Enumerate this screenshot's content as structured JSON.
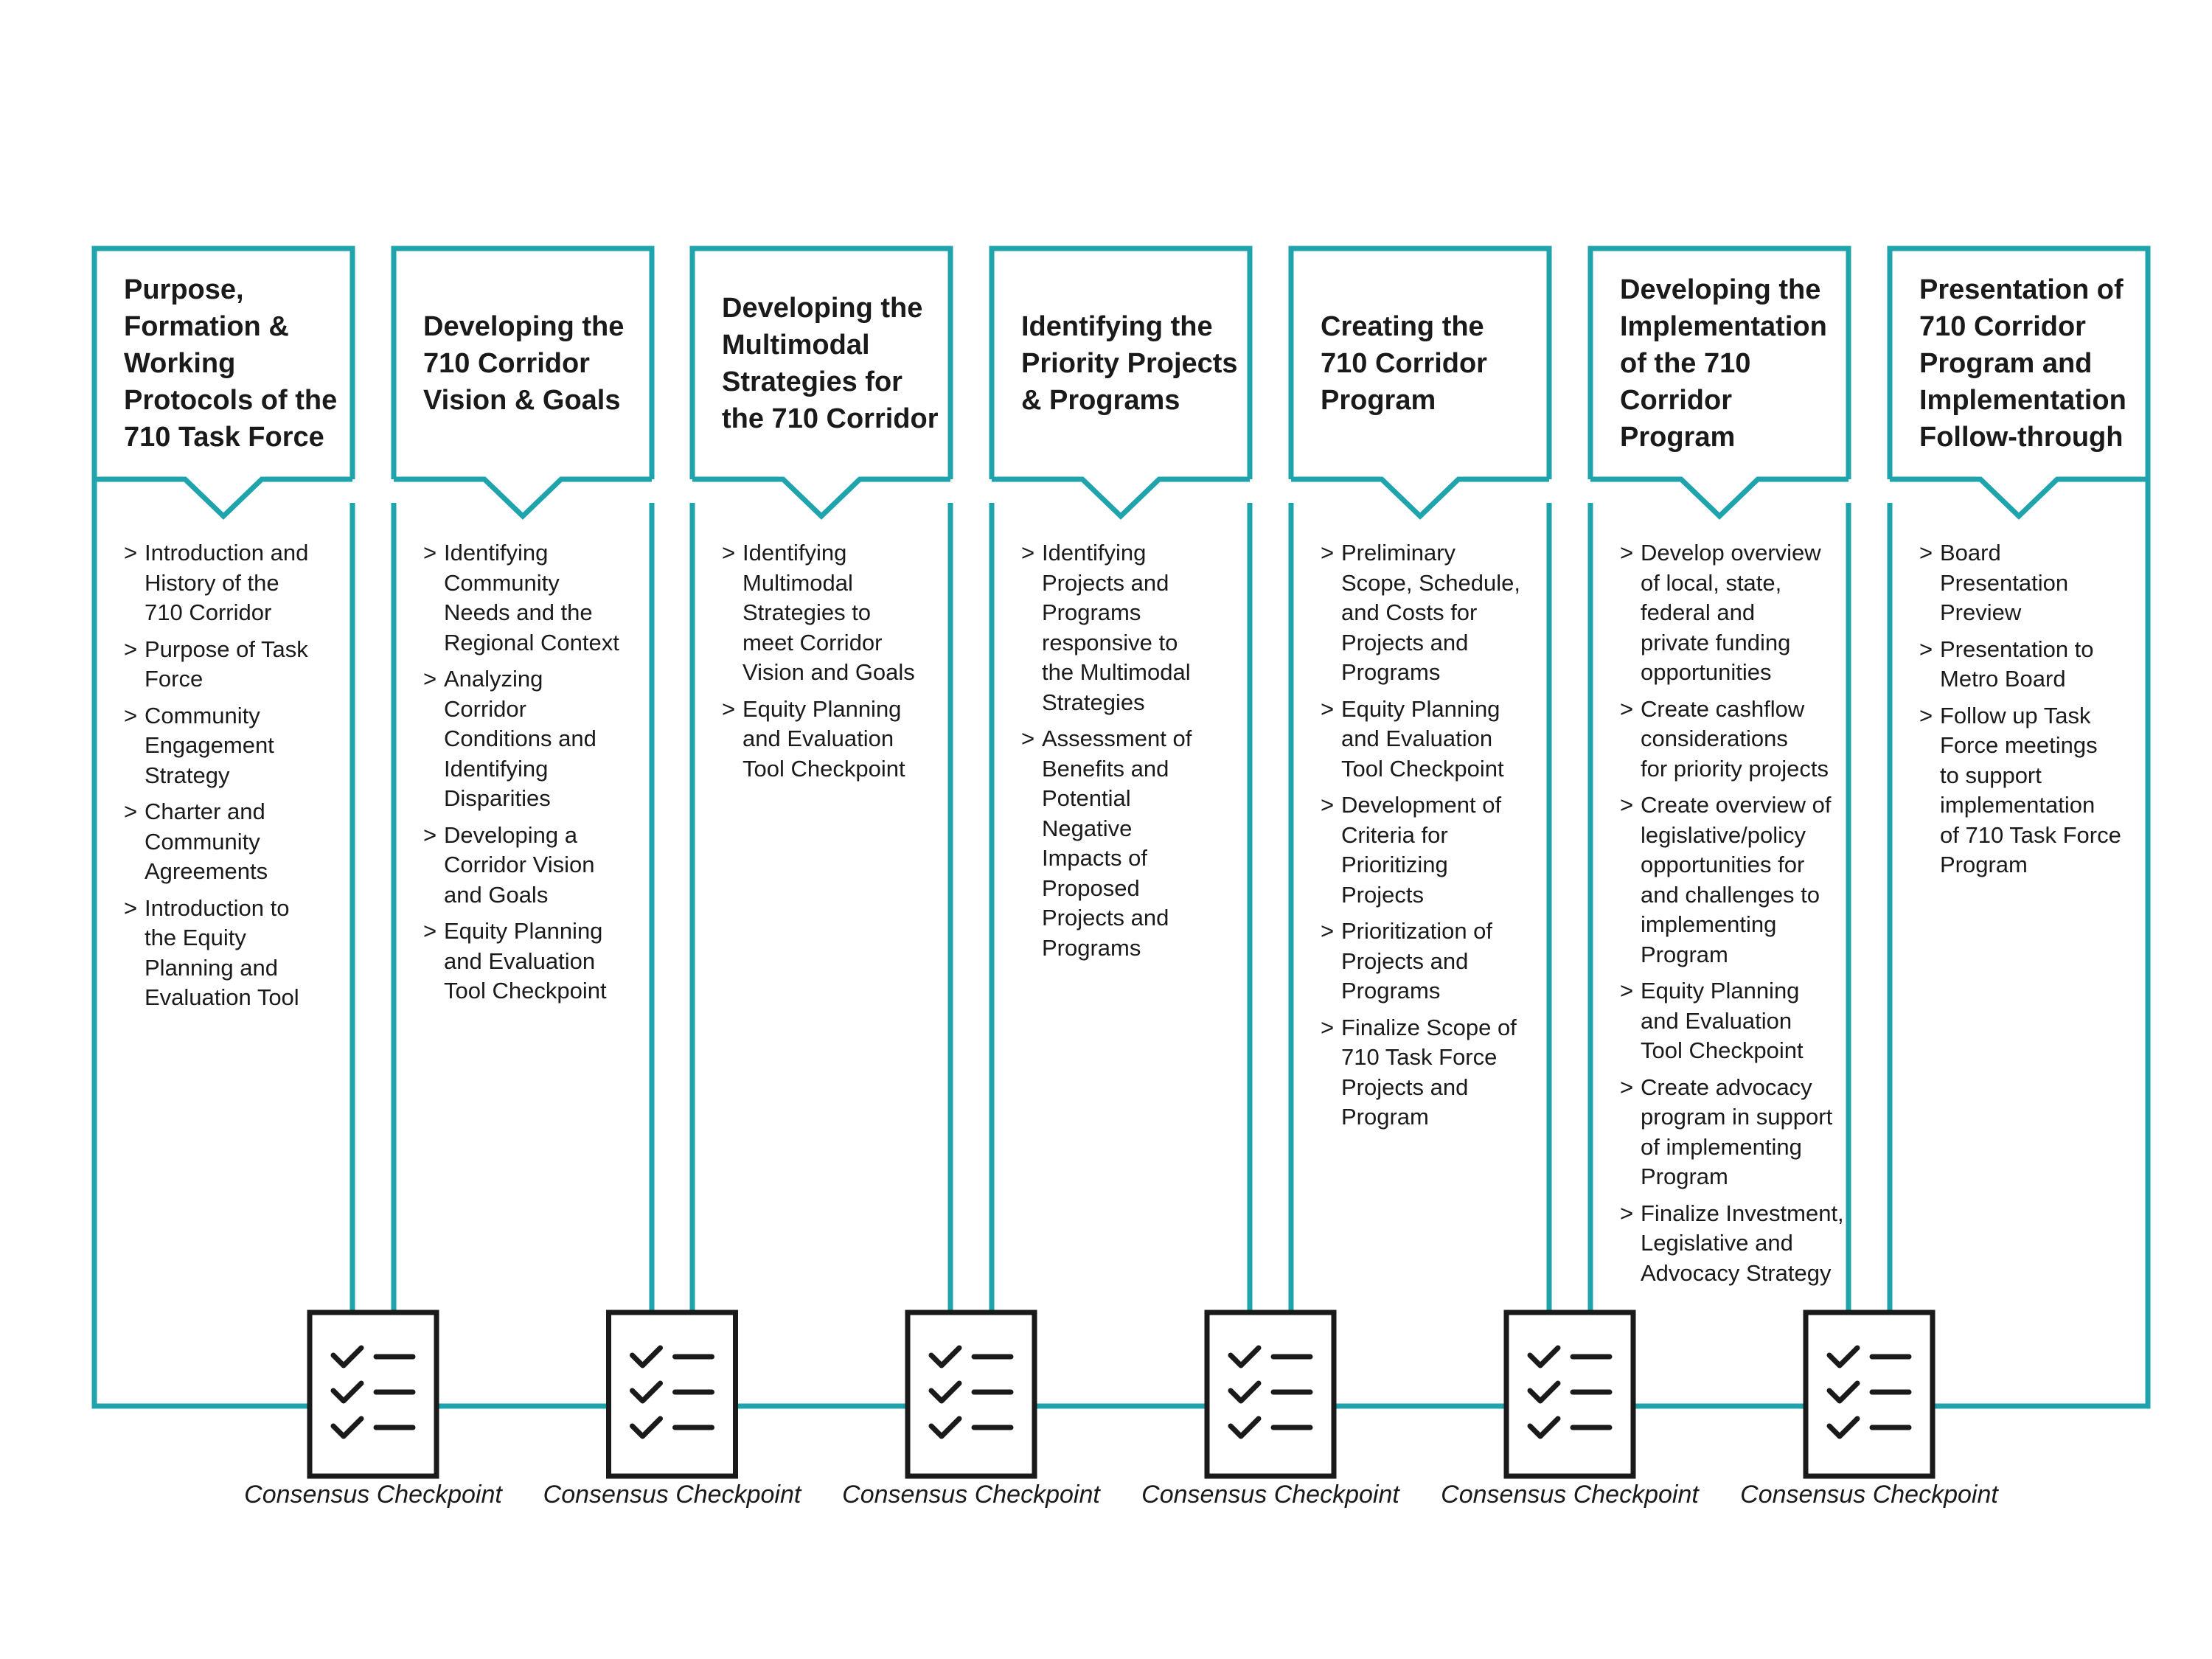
{
  "colors": {
    "accent": "#1fa4ad",
    "icon_stroke": "#1a1a1a",
    "text": "#1a1a1a"
  },
  "phases": [
    {
      "title": "Purpose,\nFormation &\nWorking\nProtocols of the\n710 Task Force",
      "items": [
        "Introduction and\nHistory of the\n710 Corridor",
        "Purpose of Task\nForce",
        "Community\nEngagement\nStrategy",
        "Charter and\nCommunity\nAgreements",
        "Introduction to\nthe Equity\nPlanning and\nEvaluation Tool"
      ]
    },
    {
      "title": "Developing the\n710 Corridor\nVision & Goals",
      "items": [
        "Identifying\nCommunity\nNeeds and the\nRegional Context",
        "Analyzing\nCorridor\nConditions and\nIdentifying\nDisparities",
        "Developing a\nCorridor Vision\nand Goals",
        "Equity Planning\nand Evaluation\nTool Checkpoint"
      ]
    },
    {
      "title": "Developing the\nMultimodal\nStrategies for\nthe 710 Corridor",
      "items": [
        "Identifying\nMultimodal\nStrategies to\nmeet Corridor\nVision and Goals",
        "Equity Planning\nand Evaluation\nTool Checkpoint"
      ]
    },
    {
      "title": "Identifying the\nPriority Projects\n& Programs",
      "items": [
        "Identifying\nProjects and\nPrograms\nresponsive to\nthe Multimodal\nStrategies",
        "Assessment of\nBenefits and\nPotential\nNegative\nImpacts of\nProposed\nProjects and\nPrograms"
      ]
    },
    {
      "title": "Creating the\n710 Corridor\nProgram",
      "items": [
        "Preliminary\nScope, Schedule,\nand Costs for\nProjects and\nPrograms",
        "Equity Planning\nand Evaluation\nTool Checkpoint",
        "Development of\nCriteria for\nPrioritizing\nProjects",
        "Prioritization of\nProjects and\nPrograms",
        "Finalize Scope of\n710 Task Force\nProjects and\nProgram"
      ]
    },
    {
      "title": "Developing the\nImplementation\nof the 710\nCorridor\nProgram",
      "items": [
        "Develop overview\nof local, state,\nfederal and\nprivate funding\nopportunities",
        "Create cashflow\nconsiderations\nfor priority projects",
        "Create overview of\nlegislative/policy\nopportunities for\nand challenges to\nimplementing\nProgram",
        "Equity Planning\nand Evaluation\nTool Checkpoint",
        "Create advocacy\nprogram in support\nof implementing\nProgram",
        "Finalize Investment,\nLegislative and\nAdvocacy Strategy"
      ]
    },
    {
      "title": "Presentation of\n710 Corridor\nProgram and\nImplementation\nFollow-through",
      "items": [
        "Board\nPresentation\nPreview",
        "Presentation to\nMetro Board",
        "Follow up Task\nForce meetings\nto support\nimplementation\nof 710 Task Force\nProgram"
      ]
    }
  ],
  "checkpoints": [
    {
      "label": "Consensus Checkpoint",
      "icon": "checklist-icon"
    },
    {
      "label": "Consensus Checkpoint",
      "icon": "checklist-icon"
    },
    {
      "label": "Consensus Checkpoint",
      "icon": "checklist-icon"
    },
    {
      "label": "Consensus Checkpoint",
      "icon": "checklist-icon"
    },
    {
      "label": "Consensus Checkpoint",
      "icon": "checklist-icon"
    },
    {
      "label": "Consensus Checkpoint",
      "icon": "checklist-icon"
    }
  ]
}
